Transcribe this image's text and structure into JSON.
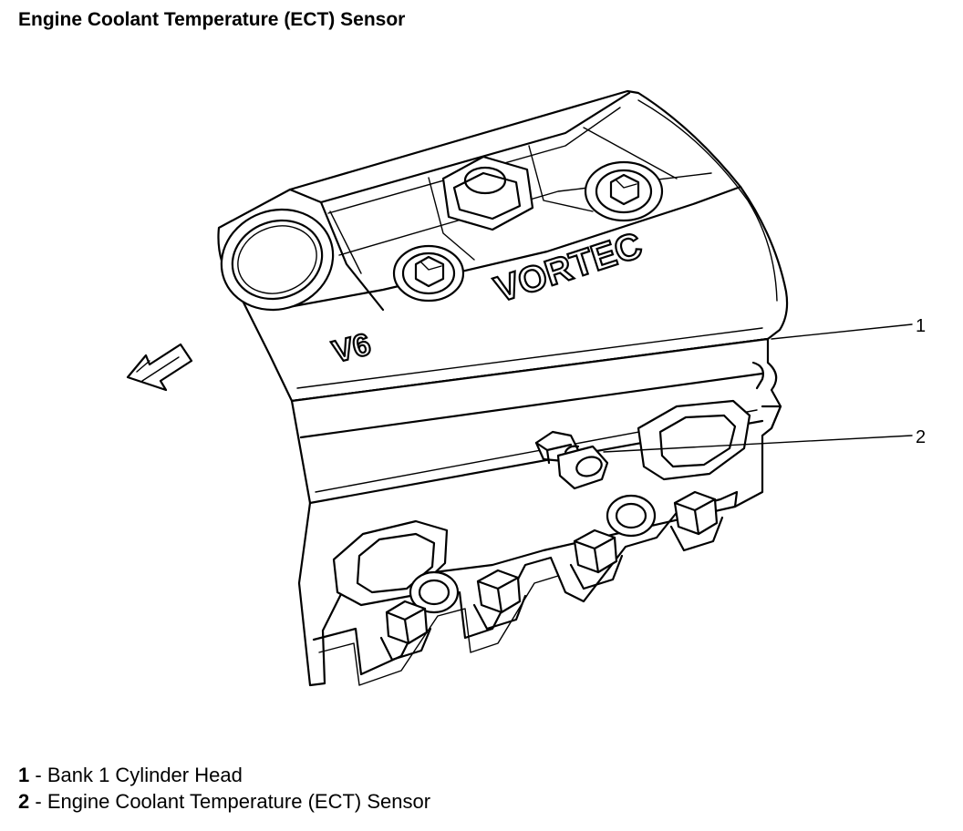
{
  "title": "Engine Coolant Temperature (ECT) Sensor",
  "engine_text": {
    "brand": "VORTEC",
    "model": "V6"
  },
  "callouts": [
    {
      "number": "1",
      "label": "Bank 1 Cylinder Head"
    },
    {
      "number": "2",
      "label": "Engine Coolant Temperature (ECT) Sensor"
    }
  ],
  "separator": " - "
}
